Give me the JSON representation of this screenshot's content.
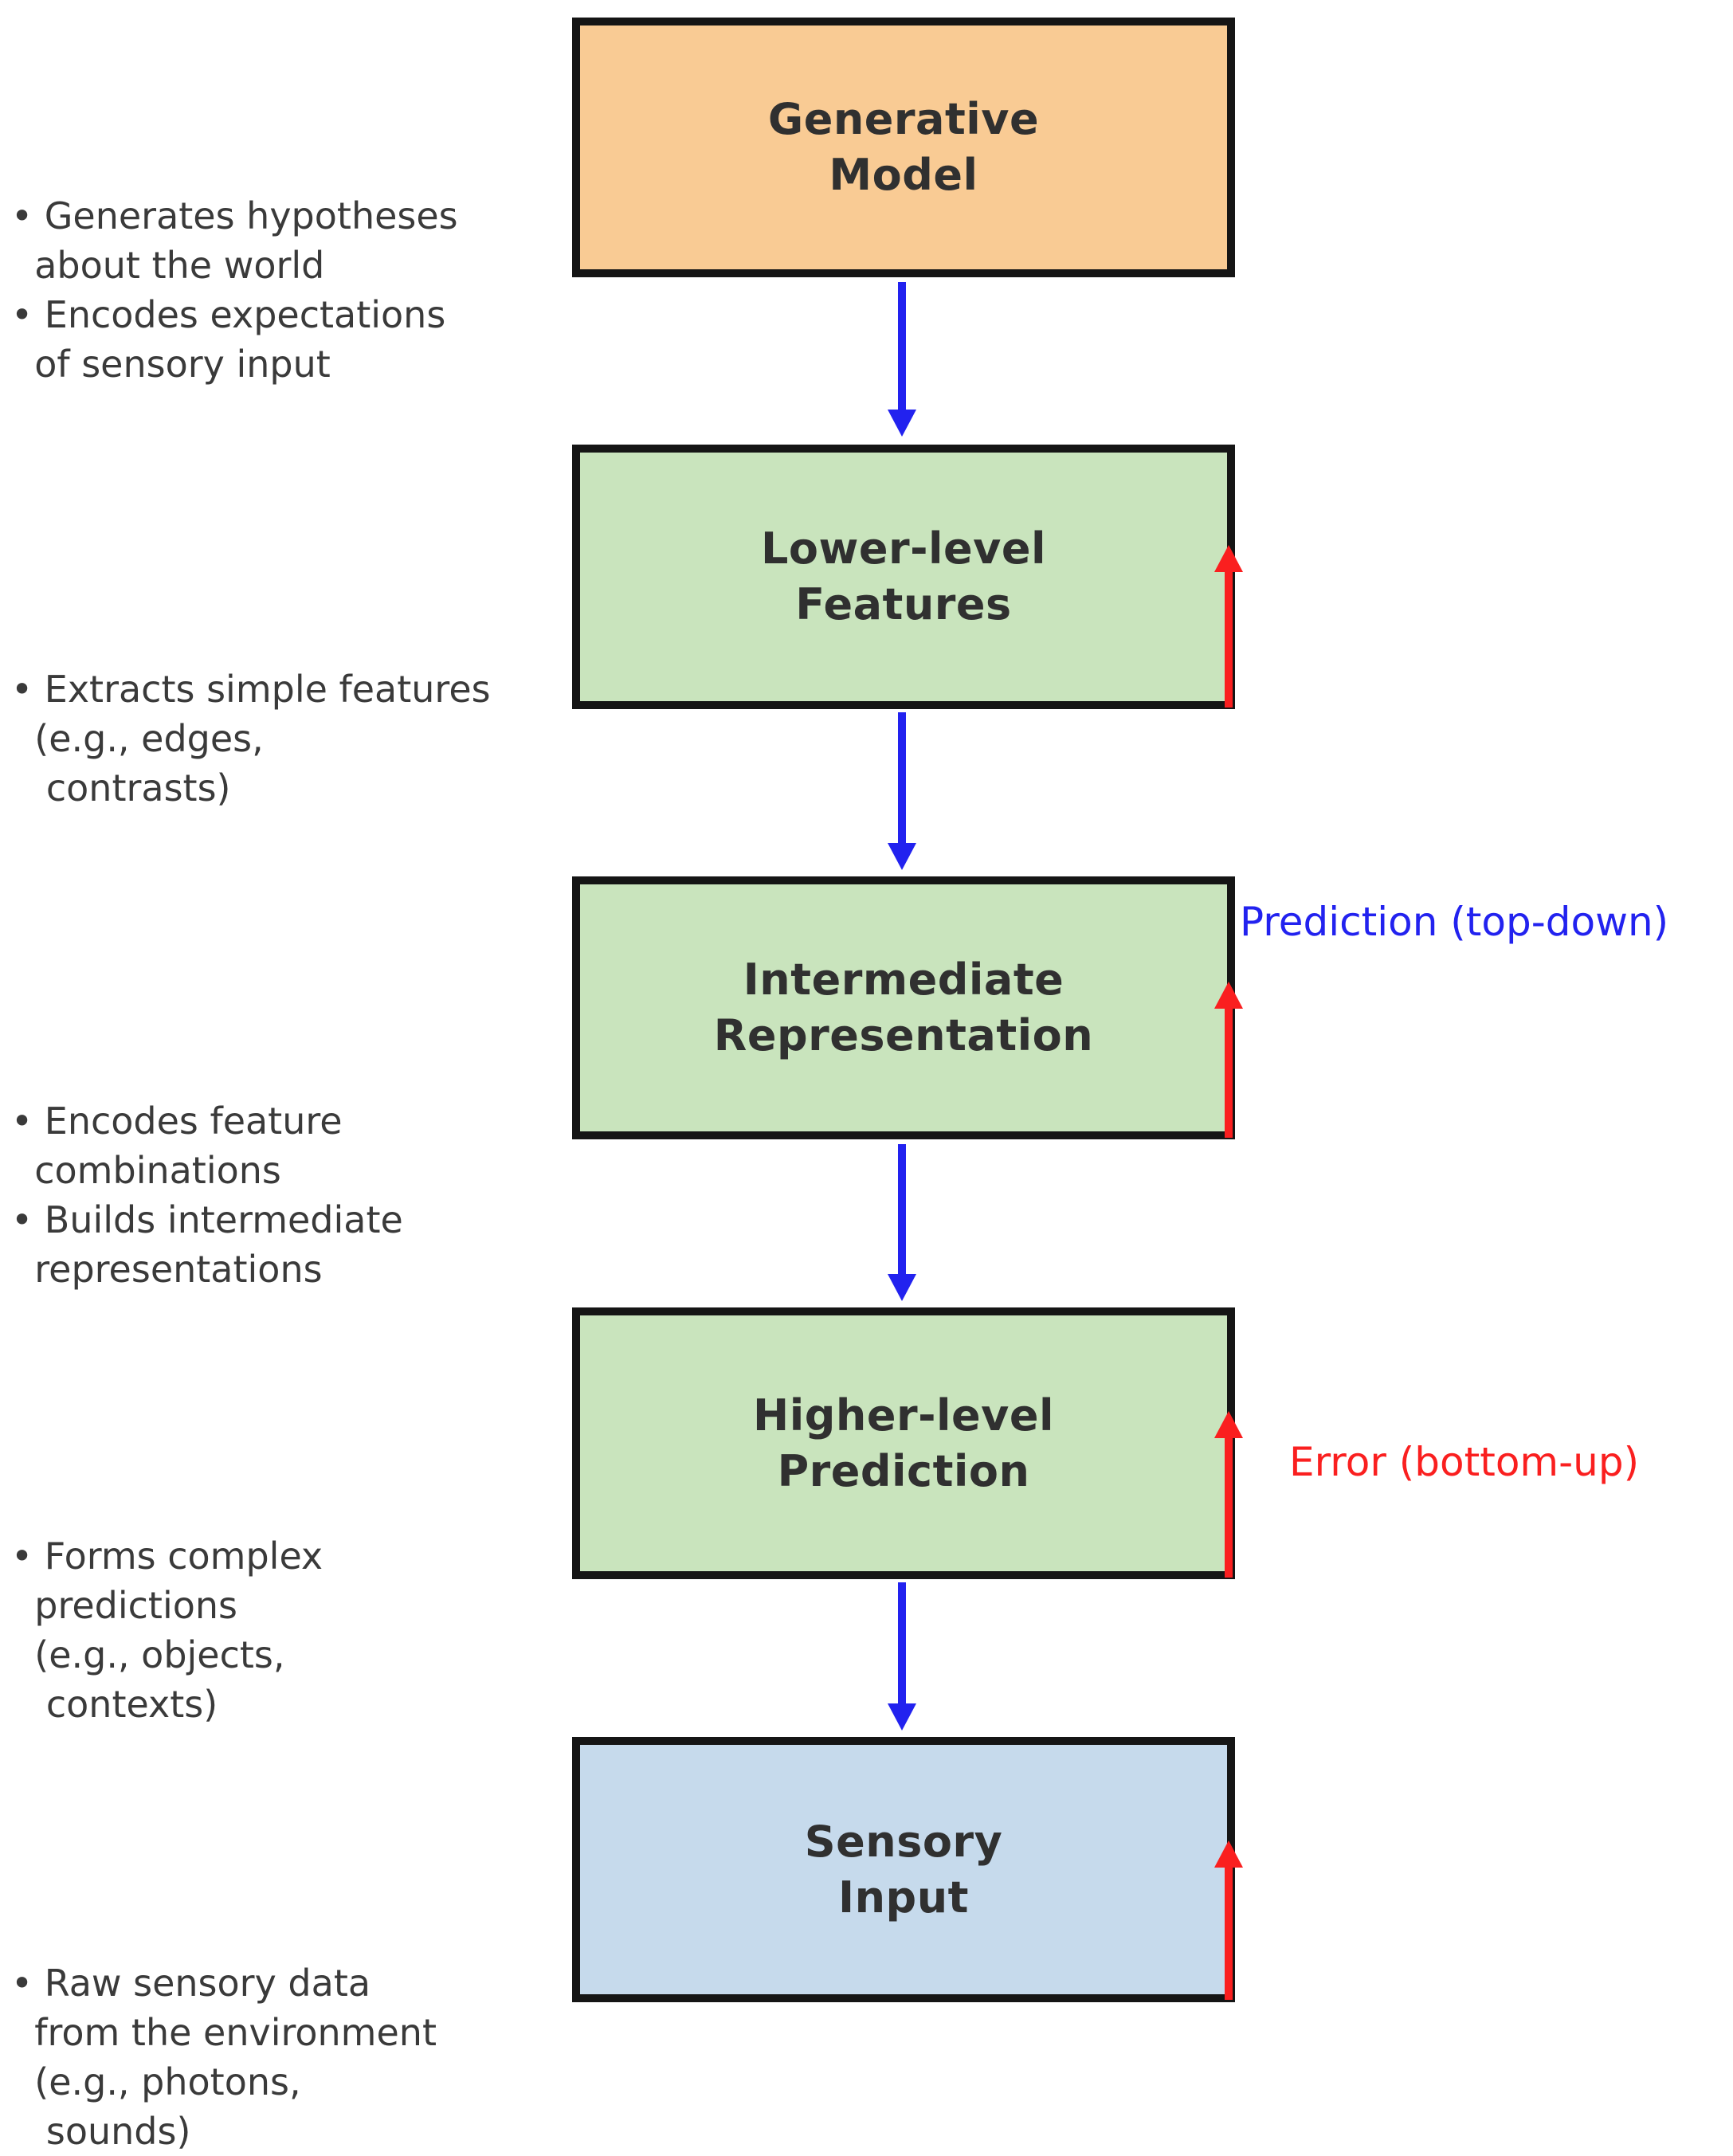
{
  "diagram": {
    "type": "flowchart",
    "colors": {
      "background": "#ffffff",
      "box_border": "#151515",
      "box_title_text": "#303030",
      "note_text": "#3A3A3A",
      "generative_fill": "#F9CB94",
      "processing_fill": "#C9E4BD",
      "sensory_fill": "#C6DAEC",
      "prediction_blue": "#2222EF",
      "error_red": "#FA1F1F"
    },
    "boxes": [
      {
        "id": "generative-model",
        "label": "Generative\nModel",
        "fill": "#F9CB94"
      },
      {
        "id": "lower-level-features",
        "label": "Lower-level\nFeatures",
        "fill": "#C9E4BD"
      },
      {
        "id": "intermediate-representation",
        "label": "Intermediate\nRepresentation",
        "fill": "#C9E4BD"
      },
      {
        "id": "higher-level-prediction",
        "label": "Higher-level\nPrediction",
        "fill": "#C9E4BD"
      },
      {
        "id": "sensory-input",
        "label": "Sensory\nInput",
        "fill": "#C6DAEC"
      }
    ],
    "notes": [
      "• Generates hypotheses\n  about the world\n• Encodes expectations\n  of sensory input",
      "• Extracts simple features\n  (e.g., edges,\n   contrasts)",
      "• Encodes feature\n  combinations\n• Builds intermediate\n  representations",
      "• Forms complex\n  predictions\n  (e.g., objects,\n   contexts)",
      "• Raw sensory data\n  from the environment\n  (e.g., photons,\n   sounds)"
    ],
    "flow_labels": {
      "prediction": "Prediction (top-down)",
      "error": "Error (bottom-up)"
    },
    "arrows": {
      "top_down": {
        "color": "#2222EF",
        "count": 4,
        "meaning": "Prediction (top-down)"
      },
      "bottom_up": {
        "color": "#FA1F1F",
        "count": 4,
        "meaning": "Error (bottom-up)"
      }
    }
  }
}
